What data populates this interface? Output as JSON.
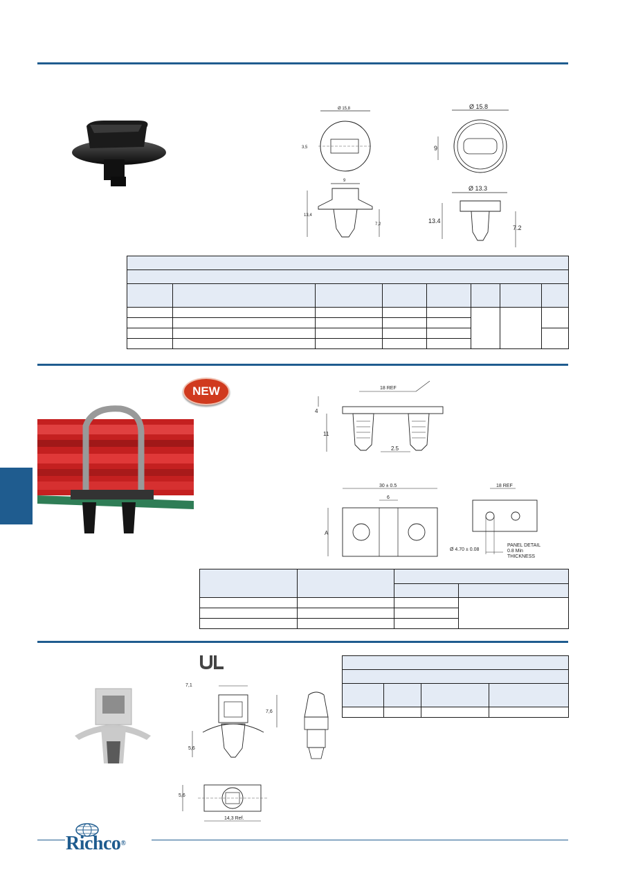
{
  "section1": {
    "dims_small": {
      "diameter": "Ø 15,8",
      "width_top": "9",
      "height_left": "3,5",
      "height_total": "13,4",
      "height_lower": "7,2"
    },
    "dims_large": {
      "diameter": "Ø 15.8",
      "width_left": "9",
      "diameter_lower": "Ø 13.3",
      "height_total": "13.4",
      "height_lower": "7.2"
    }
  },
  "section2": {
    "badge": "NEW",
    "dims_top": {
      "ref": "18 REF",
      "height_top": "4",
      "height_leg": "11",
      "gap": "2.5"
    },
    "dims_bottom": {
      "width": "30 ± 0.5",
      "inner": "6",
      "label_a": "A"
    },
    "panel": {
      "ref": "18 REF",
      "hole": "Ø 4.70 ± 0.08",
      "note_lines": [
        "PANEL DETAIL",
        "0.8 Min",
        "THICKNESS"
      ]
    }
  },
  "section3": {
    "dims": {
      "width_top": "7,1",
      "height_top": "7,6",
      "height_mid": "5,6",
      "height_bottom": "5,6",
      "width_ref": "14,3 Ref."
    }
  },
  "brand": {
    "name": "Richco",
    "registered": "®"
  },
  "colors": {
    "accent": "#1f5c8f",
    "table_header": "#e4ebf5"
  }
}
